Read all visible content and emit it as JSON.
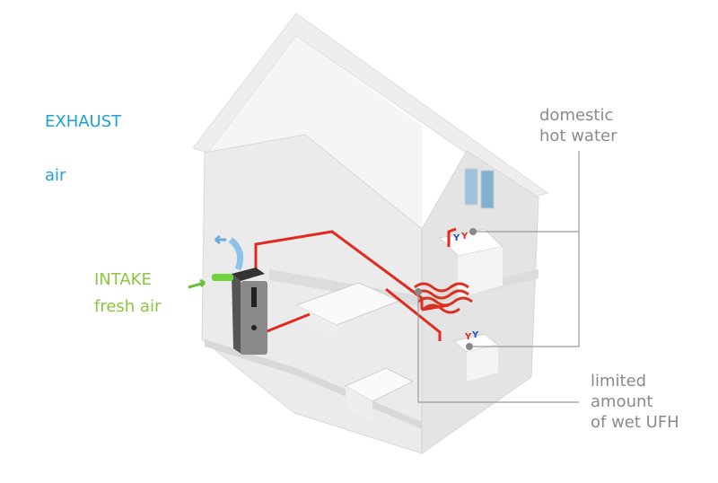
{
  "labels": {
    "exhaust": "EXHAUST",
    "exhaust_air": "air",
    "intake": "INTAKE",
    "intake_fresh_air": "fresh air",
    "dhw_line1": "domestic",
    "dhw_line2": "hot water",
    "ufh_line1": "limited",
    "ufh_line2": "amount",
    "ufh_line3": "of wet UFH"
  },
  "colors": {
    "exhaust": "#1ca0d6",
    "intake": "#8cc63f",
    "callout": "#8a8a8a",
    "pipe": "#e02a1f"
  }
}
